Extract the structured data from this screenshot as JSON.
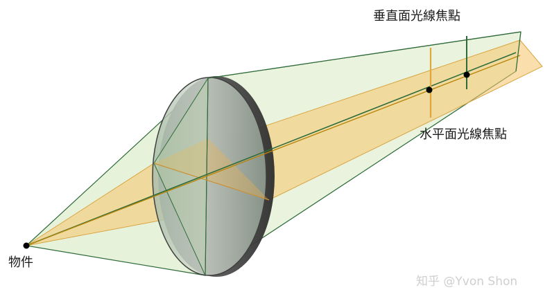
{
  "labels": {
    "vertical_focus": "垂直面光線焦點",
    "horizontal_focus": "水平面光線焦點",
    "object": "物件"
  },
  "watermark": "知乎 @Yvon Shon",
  "colors": {
    "green_fill": "#cfe5b0",
    "green_stroke": "#2f6b3a",
    "orange_fill": "#f6c56a",
    "orange_stroke": "#d9a441",
    "lens_fill": "#b9c8b9",
    "lens_rim": "#4a4a4a",
    "point": "#000000"
  }
}
